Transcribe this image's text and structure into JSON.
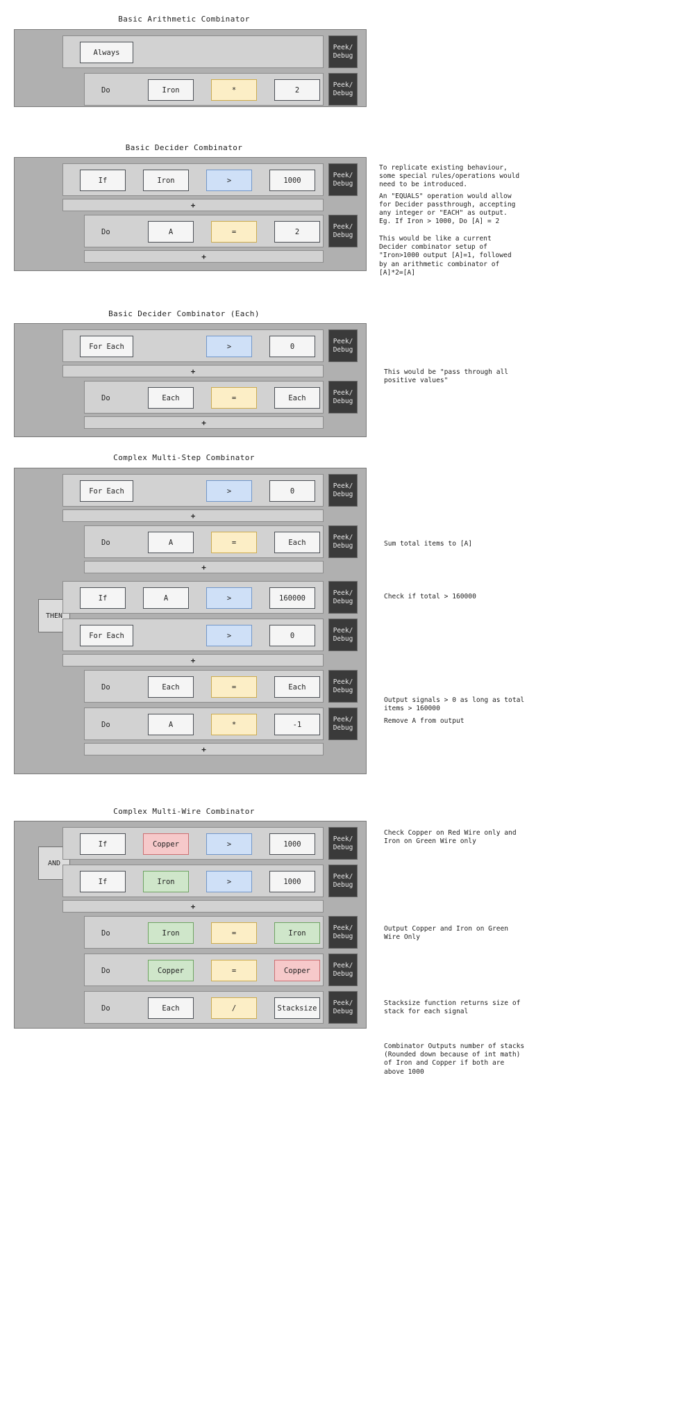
{
  "sections": [
    {
      "title": "Basic Arithmetic Combinator",
      "rows": [
        {
          "kind": "condition",
          "chips": [
            "Always"
          ]
        },
        {
          "kind": "action",
          "label": "Do",
          "chips": [
            "Iron",
            "*",
            "2"
          ]
        }
      ],
      "peek_label": "Peek/\nDebug"
    },
    {
      "title": "Basic Decider Combinator",
      "rows": [
        {
          "kind": "condition",
          "chips": [
            "If",
            "Iron",
            ">",
            "1000"
          ]
        },
        {
          "kind": "plus",
          "label": "+"
        },
        {
          "kind": "action",
          "label": "Do",
          "chips": [
            "A",
            "=",
            "2"
          ]
        },
        {
          "kind": "plus",
          "label": "+"
        }
      ]
    },
    {
      "title": "Basic Decider Combinator (Each)",
      "rows": [
        {
          "kind": "condition",
          "chips": [
            "For Each",
            ">",
            "0"
          ]
        },
        {
          "kind": "plus",
          "label": "+"
        },
        {
          "kind": "action",
          "label": "Do",
          "chips": [
            "Each",
            "=",
            "Each"
          ]
        },
        {
          "kind": "plus",
          "label": "+"
        }
      ]
    },
    {
      "title": "Complex Multi-Step Combinator",
      "group_label": "THEN",
      "rows": [
        {
          "kind": "condition",
          "chips": [
            "For Each",
            ">",
            "0"
          ]
        },
        {
          "kind": "plus",
          "label": "+"
        },
        {
          "kind": "action",
          "label": "Do",
          "chips": [
            "A",
            "=",
            "Each"
          ]
        },
        {
          "kind": "plus",
          "label": "+"
        },
        {
          "kind": "condition",
          "chips": [
            "If",
            "A",
            ">",
            "160000"
          ]
        },
        {
          "kind": "condition",
          "chips": [
            "For Each",
            ">",
            "0"
          ]
        },
        {
          "kind": "plus",
          "label": "+"
        },
        {
          "kind": "action",
          "label": "Do",
          "chips": [
            "Each",
            "=",
            "Each"
          ]
        },
        {
          "kind": "action",
          "label": "Do",
          "chips": [
            "A",
            "*",
            "-1"
          ]
        },
        {
          "kind": "plus",
          "label": "+"
        }
      ]
    },
    {
      "title": "Complex Multi-Wire Combinator",
      "group_label": "AND",
      "rows": [
        {
          "kind": "condition",
          "chips": [
            "If",
            "Copper",
            ">",
            "1000"
          ]
        },
        {
          "kind": "condition",
          "chips": [
            "If",
            "Iron",
            ">",
            "1000"
          ]
        },
        {
          "kind": "plus",
          "label": "+"
        },
        {
          "kind": "action",
          "label": "Do",
          "chips": [
            "Iron",
            "=",
            "Iron"
          ]
        },
        {
          "kind": "action",
          "label": "Do",
          "chips": [
            "Copper",
            "=",
            "Copper"
          ]
        },
        {
          "kind": "action",
          "label": "Do",
          "chips": [
            "Each",
            "/",
            "Stacksize"
          ]
        }
      ]
    }
  ],
  "titles": {
    "t0": "Basic Arithmetic Combinator",
    "t1": "Basic Decider Combinator",
    "t2": "Basic Decider Combinator (Each)",
    "t3": "Complex Multi-Step Combinator",
    "t4": "Complex Multi-Wire Combinator"
  },
  "peek": {
    "label": "Peek/\nDebug"
  },
  "plus": {
    "label": "+"
  },
  "groups": {
    "then": "THEN",
    "and": "AND"
  },
  "labels": {
    "do": "Do"
  },
  "chips": {
    "always": "Always",
    "iron": "Iron",
    "copper": "Copper",
    "each": "Each",
    "for_each": "For Each",
    "if": "If",
    "a": "A",
    "stacksize": "Stacksize",
    "mul": "*",
    "div": "/",
    "eq": "=",
    "gt": ">",
    "n0": "0",
    "n2": "2",
    "n1000": "1000",
    "n160000": "160000",
    "nm1": "-1"
  },
  "notes": {
    "n1": "To replicate existing behaviour,\nsome special rules/operations would\nneed to be introduced.",
    "n2": "An \"EQUALS\" operation would allow\nfor Decider passthrough, accepting\nany integer or \"EACH\" as output.",
    "n3": "Eg. If Iron > 1000, Do [A] = 2",
    "n4": "This would be like a current\nDecider combinator setup of\n\"Iron>1000 output [A]=1, followed\nby an arithmetic combinator of\n[A]*2=[A]",
    "n5": "This would be \"pass through all\npositive values\"",
    "n6": "Sum total items to [A]",
    "n7": "Check if total > 160000",
    "n8": "Output signals > 0 as long as total\nitems > 160000",
    "n9": "Remove A from output",
    "n10": "Check Copper on Red Wire only and\nIron on Green Wire only",
    "n11": "Output Copper and Iron on Green\nWire Only",
    "n12": "Stacksize function returns size of\nstack for each signal",
    "n13": "Combinator Outputs number of stacks\n(Rounded down because of int math)\nof Iron and Copper if both are\nabove 1000"
  }
}
